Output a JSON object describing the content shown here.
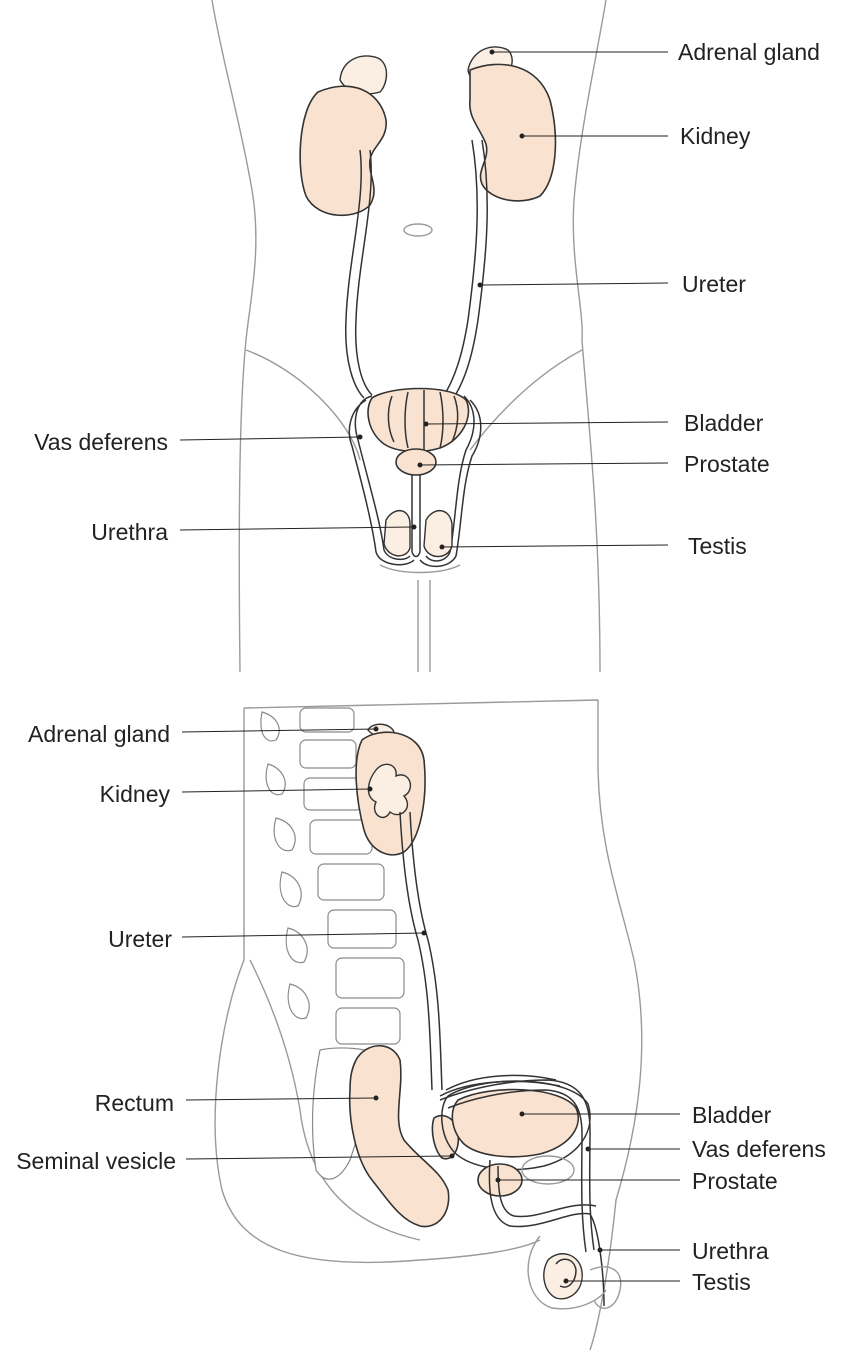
{
  "front_view": {
    "labels": {
      "adrenal_gland": "Adrenal gland",
      "kidney": "Kidney",
      "ureter": "Ureter",
      "bladder": "Bladder",
      "prostate": "Prostate",
      "testis": "Testis",
      "vas_deferens": "Vas deferens",
      "urethra": "Urethra"
    }
  },
  "side_view": {
    "labels": {
      "adrenal_gland": "Adrenal gland",
      "kidney": "Kidney",
      "ureter": "Ureter",
      "rectum": "Rectum",
      "seminal_vesicle": "Seminal vesicle",
      "bladder": "Bladder",
      "vas_deferens": "Vas deferens",
      "prostate": "Prostate",
      "urethra": "Urethra",
      "testis": "Testis"
    }
  },
  "colors": {
    "organ_fill": "#f9e3d0",
    "outline": "#333333",
    "body_outline": "#9a9a9a"
  }
}
